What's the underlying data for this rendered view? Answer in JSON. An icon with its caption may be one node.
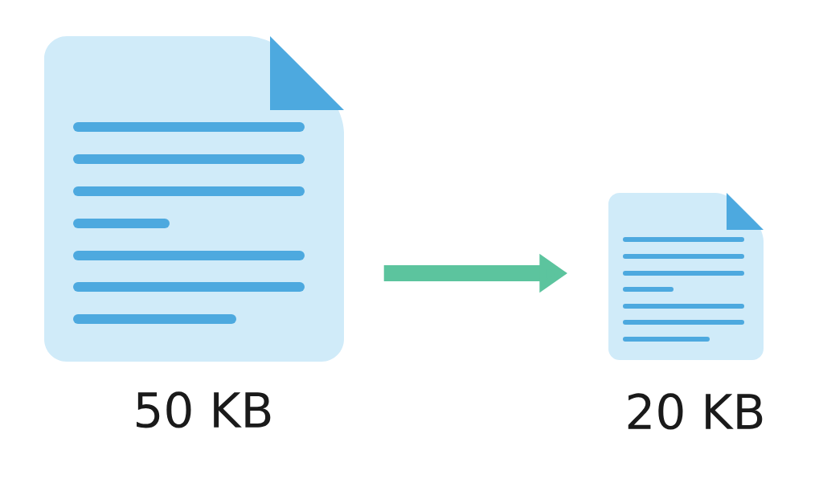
{
  "diagram": {
    "nodes": [
      {
        "text": [],
        "shape": "picture",
        "beside": [
          "50 KB"
        ]
      },
      {
        "text": [],
        "shape": "picture",
        "beside": [
          "20 KB"
        ]
      }
    ],
    "edges": [
      {
        "from": 0,
        "to": 1,
        "arrow": "to"
      }
    ]
  }
}
